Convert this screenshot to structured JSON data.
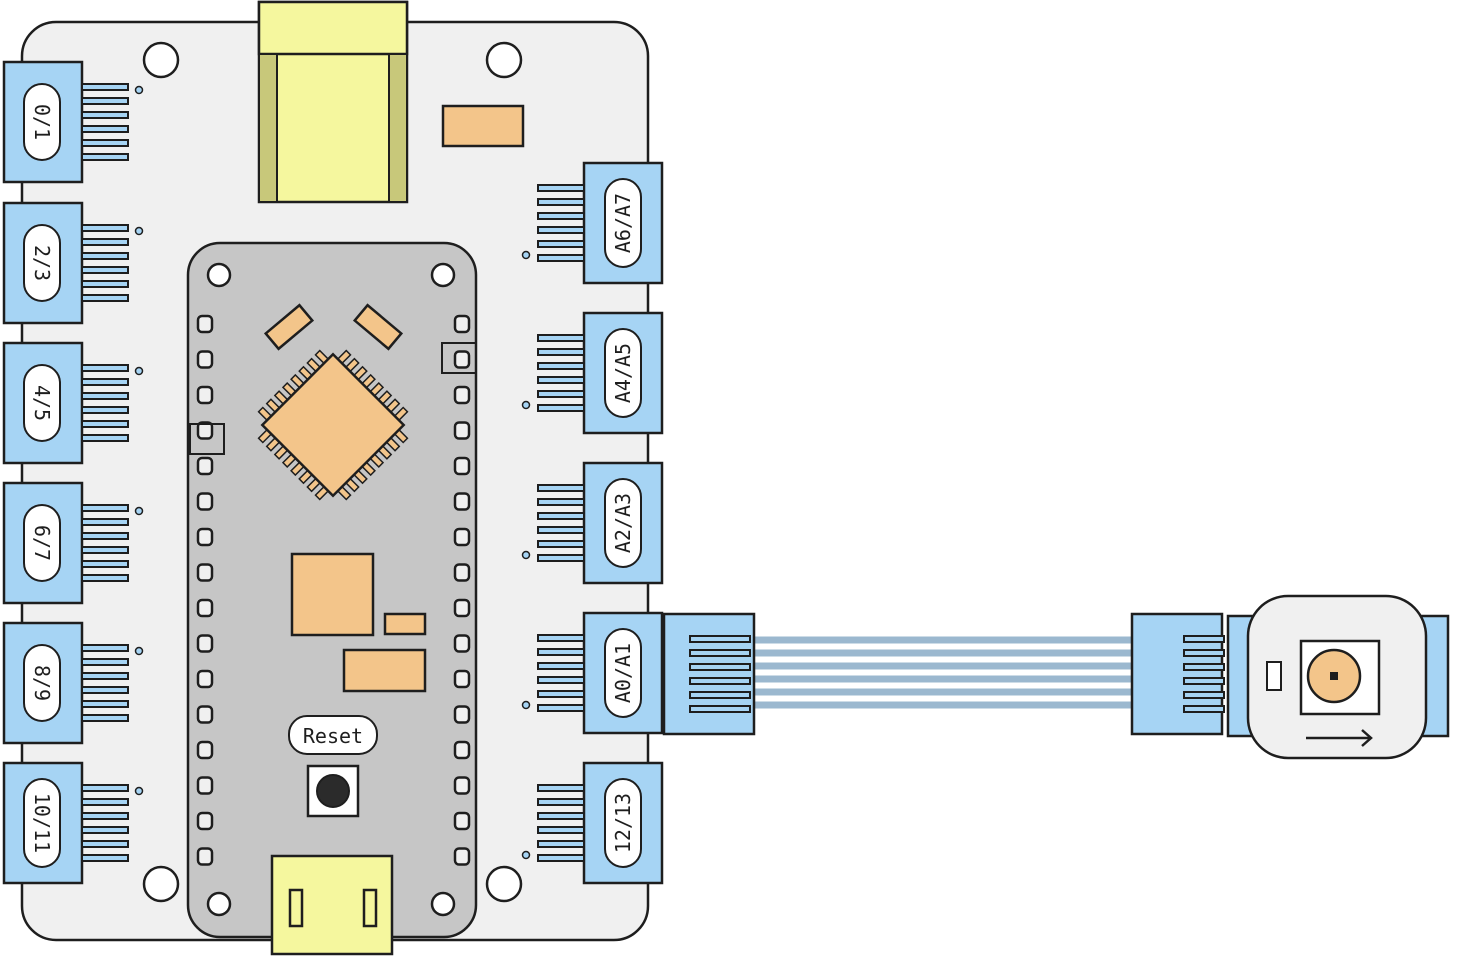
{
  "board": {
    "left_ports": [
      {
        "label": "0/1"
      },
      {
        "label": "2/3"
      },
      {
        "label": "4/5"
      },
      {
        "label": "6/7"
      },
      {
        "label": "8/9"
      },
      {
        "label": "10/11"
      }
    ],
    "right_ports": [
      {
        "label": "A6/A7"
      },
      {
        "label": "A4/A5"
      },
      {
        "label": "A2/A3"
      },
      {
        "label": "A0/A1"
      },
      {
        "label": "12/13"
      }
    ],
    "reset_label": "Reset"
  },
  "colors": {
    "board": "#f0f0f0",
    "mcu_board": "#c6c6c6",
    "port": "#a6d4f4",
    "chip": "#f3c58a",
    "usb": "#f5f79e",
    "cable": "#9bb8cf",
    "stroke": "#1e1e1e"
  },
  "icons": [
    "mounting-hole-icon",
    "reset-button-icon",
    "potentiometer-knob-icon",
    "arrow-right-icon"
  ]
}
